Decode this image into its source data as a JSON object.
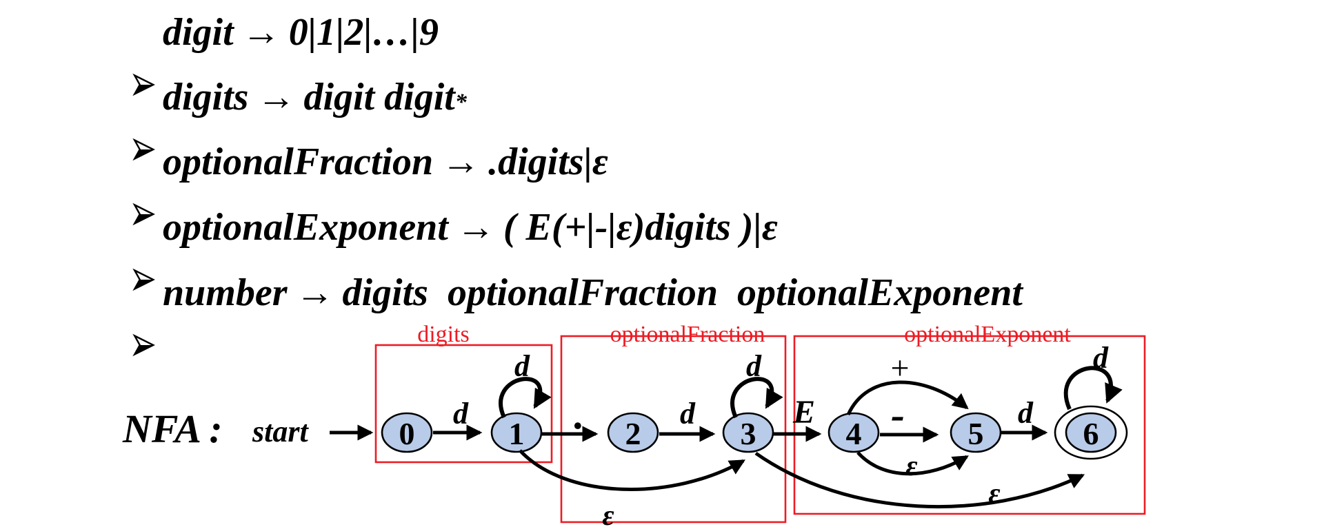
{
  "slide": {
    "bullet_icon": "3d-right-arrowhead",
    "rules": [
      {
        "lhs": "digit",
        "arrow": "→",
        "rhs": "0|1|2|…|9"
      },
      {
        "lhs": "digits",
        "arrow": "→",
        "rhs": "digit digit",
        "sup": "*"
      },
      {
        "lhs": "optionalFraction",
        "arrow": "→",
        "rhs": ".digits|ε"
      },
      {
        "lhs": "optionalExponent",
        "arrow": "→",
        "rhs": "( E(+|-|ε)digits )|ε"
      },
      {
        "lhs": "number",
        "arrow": "→",
        "rhs": "digits  optionalFraction  optionalExponent"
      }
    ]
  },
  "diagram": {
    "title": "NFA :",
    "start_label": "start",
    "groups": [
      {
        "label": "digits"
      },
      {
        "label": "optionalFraction"
      },
      {
        "label": "optionalExponent"
      }
    ],
    "states": [
      {
        "label": "0"
      },
      {
        "label": "1"
      },
      {
        "label": "2"
      },
      {
        "label": "3"
      },
      {
        "label": "4"
      },
      {
        "label": "5"
      },
      {
        "label": "6",
        "accepting": true
      }
    ],
    "transitions": {
      "t01": {
        "from": "0",
        "to": "1",
        "label": "d"
      },
      "loop1": {
        "from": "1",
        "to": "1",
        "label": "d"
      },
      "t12": {
        "from": "1",
        "to": "2",
        "label": "."
      },
      "t23": {
        "from": "2",
        "to": "3",
        "label": "d"
      },
      "loop3": {
        "from": "3",
        "to": "3",
        "label": "d"
      },
      "t34": {
        "from": "3",
        "to": "4",
        "label": "E"
      },
      "t45_plus": {
        "from": "4",
        "to": "5",
        "label": "+"
      },
      "t45_minus": {
        "from": "4",
        "to": "5",
        "label": "-"
      },
      "t45_eps": {
        "from": "4",
        "to": "5",
        "label": "ε"
      },
      "t56": {
        "from": "5",
        "to": "6",
        "label": "d"
      },
      "loop6": {
        "from": "6",
        "to": "6",
        "label": "d"
      },
      "eps13": {
        "from": "1",
        "to": "3",
        "label": "ε"
      },
      "eps36": {
        "from": "3",
        "to": "6",
        "label": "ε"
      }
    },
    "colors": {
      "box_red": "#ec1c24",
      "state_fill": "#b8cbe8",
      "ink": "#000000"
    }
  }
}
